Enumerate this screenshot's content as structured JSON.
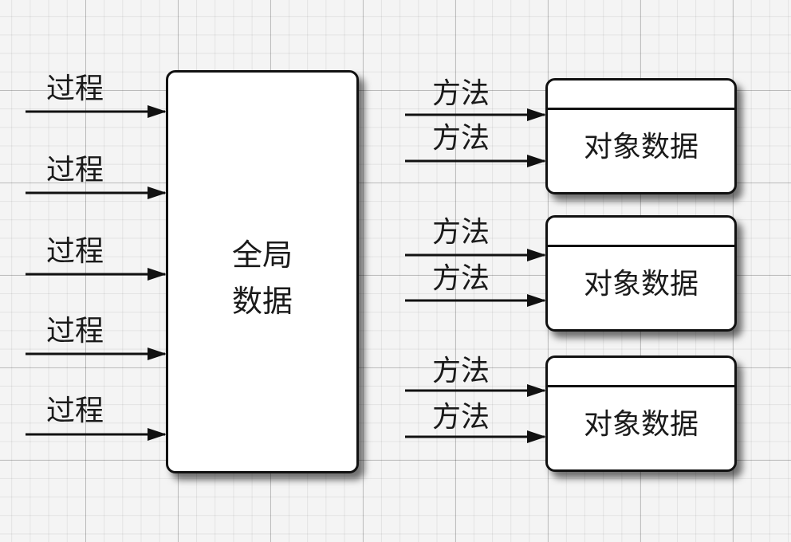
{
  "diagram": {
    "procedures": [
      "过程",
      "过程",
      "过程",
      "过程",
      "过程"
    ],
    "global_data": {
      "line1": "全局",
      "line2": "数据"
    },
    "objects": [
      {
        "methods": [
          "方法",
          "方法"
        ],
        "label": "对象数据"
      },
      {
        "methods": [
          "方法",
          "方法"
        ],
        "label": "对象数据"
      },
      {
        "methods": [
          "方法",
          "方法"
        ],
        "label": "对象数据"
      }
    ]
  },
  "colors": {
    "ink": "#111111",
    "box_fill": "#ffffff",
    "grid_paper": "#f4f4f4"
  }
}
